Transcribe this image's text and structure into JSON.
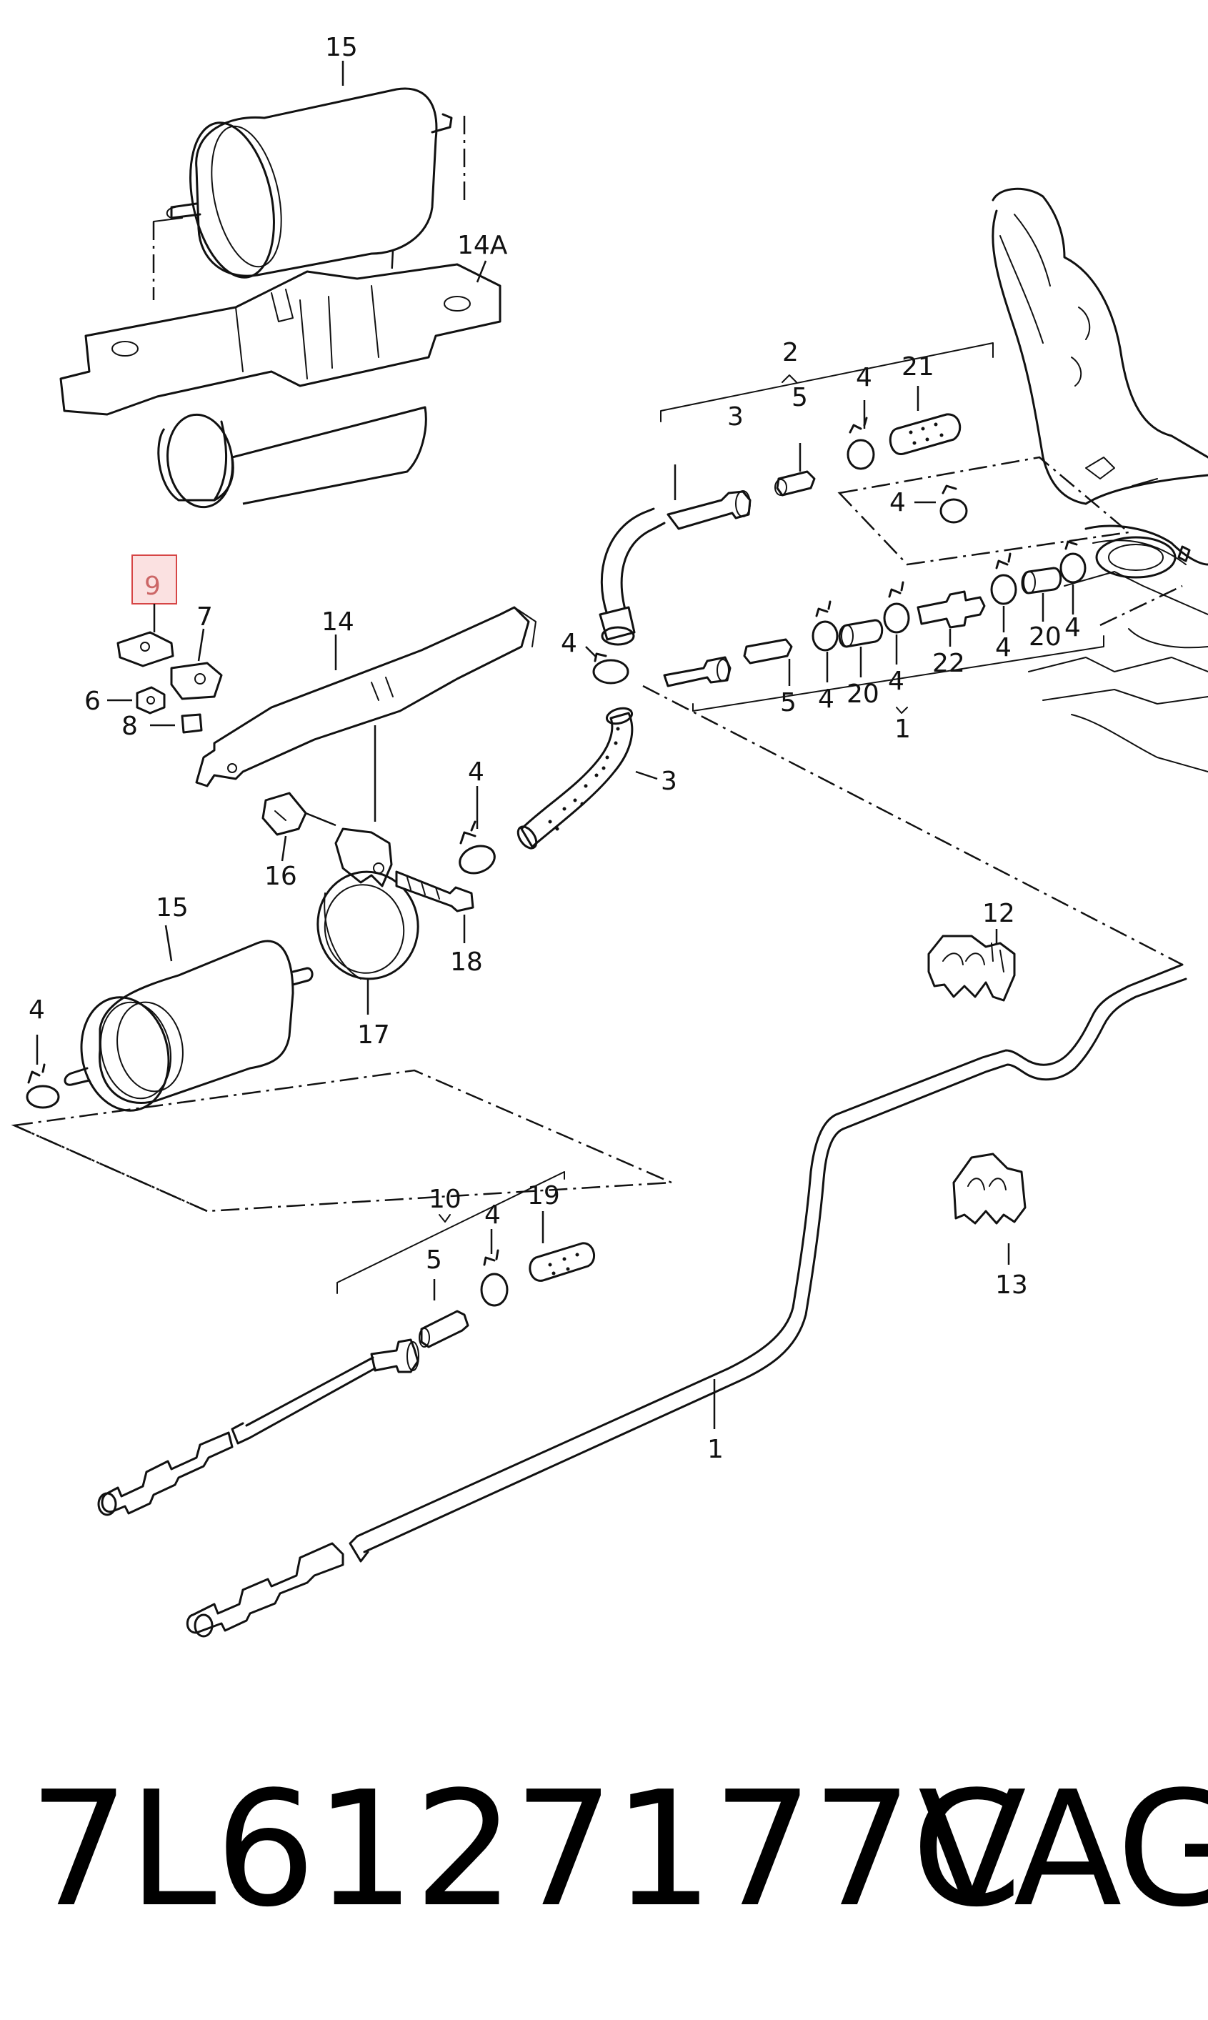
{
  "callouts": [
    {
      "id": "c15a",
      "label": "15"
    },
    {
      "id": "c14A",
      "label": "14A"
    },
    {
      "id": "c9",
      "label": "9",
      "highlighted": true
    },
    {
      "id": "c7",
      "label": "7"
    },
    {
      "id": "c6",
      "label": "6"
    },
    {
      "id": "c8",
      "label": "8"
    },
    {
      "id": "c14",
      "label": "14"
    },
    {
      "id": "c16",
      "label": "16"
    },
    {
      "id": "c15b",
      "label": "15"
    },
    {
      "id": "c17",
      "label": "17"
    },
    {
      "id": "c18",
      "label": "18"
    },
    {
      "id": "c4a",
      "label": "4"
    },
    {
      "id": "c4b",
      "label": "4"
    },
    {
      "id": "c3a",
      "label": "3"
    },
    {
      "id": "c4c",
      "label": "4"
    },
    {
      "id": "c2",
      "label": "2"
    },
    {
      "id": "c3b",
      "label": "3"
    },
    {
      "id": "c5a",
      "label": "5"
    },
    {
      "id": "c4d",
      "label": "4"
    },
    {
      "id": "c21",
      "label": "21"
    },
    {
      "id": "c4e",
      "label": "4"
    },
    {
      "id": "c5b",
      "label": "5"
    },
    {
      "id": "c4f",
      "label": "4"
    },
    {
      "id": "c20a",
      "label": "20"
    },
    {
      "id": "c4g",
      "label": "4"
    },
    {
      "id": "c22",
      "label": "22"
    },
    {
      "id": "c4h",
      "label": "4"
    },
    {
      "id": "c20b",
      "label": "20"
    },
    {
      "id": "c4i",
      "label": "4"
    },
    {
      "id": "c1a",
      "label": "1"
    },
    {
      "id": "c12",
      "label": "12"
    },
    {
      "id": "c13",
      "label": "13"
    },
    {
      "id": "c10",
      "label": "10"
    },
    {
      "id": "c5c",
      "label": "5"
    },
    {
      "id": "c4j",
      "label": "4"
    },
    {
      "id": "c19",
      "label": "19"
    },
    {
      "id": "c1b",
      "label": "1"
    }
  ],
  "footer": {
    "part_number": "7L6127177C",
    "brand": "VAG"
  },
  "colors": {
    "line": "#111111",
    "highlight_fill": "#fbe1e1",
    "highlight_border": "#d64545",
    "highlight_text": "#cc6666",
    "background": "#ffffff"
  }
}
